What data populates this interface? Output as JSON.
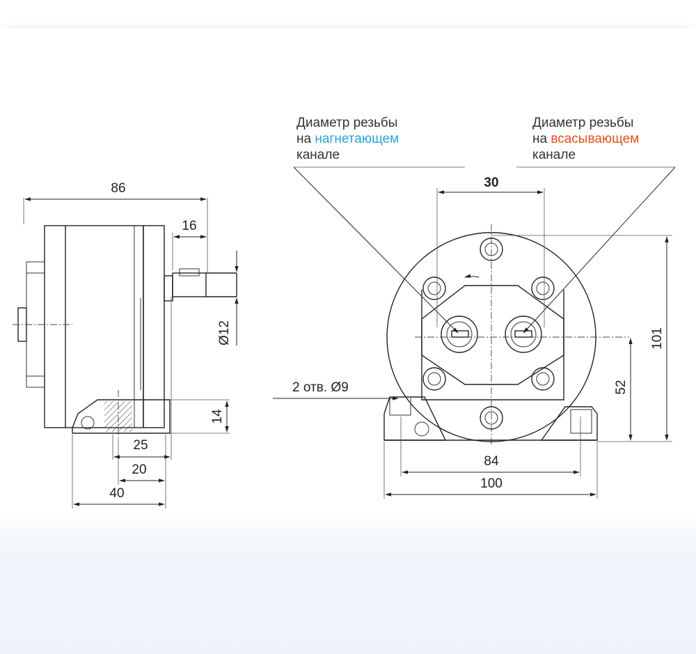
{
  "callouts": {
    "discharge": {
      "line1": "Диаметр резьбы",
      "prefix": "на ",
      "highlight": "нагнетающем",
      "line3": "канале",
      "highlight_color": "#2aa3d6"
    },
    "suction": {
      "line1": "Диаметр резьбы",
      "prefix": "на ",
      "highlight": "всасывающем",
      "line3": "канале",
      "highlight_color": "#e0501e"
    }
  },
  "side_view": {
    "dims": {
      "overall_length": "86",
      "shaft_length": "16",
      "shaft_diameter": "Ø12",
      "foot_height": "14",
      "dim_25": "25",
      "dim_20": "20",
      "dim_40": "40"
    }
  },
  "front_view": {
    "dims": {
      "port_spacing": "30",
      "overall_height": "101",
      "axis_height": "52",
      "hole_spacing": "84",
      "base_width": "100",
      "holes": "2 отв. Ø9"
    }
  }
}
